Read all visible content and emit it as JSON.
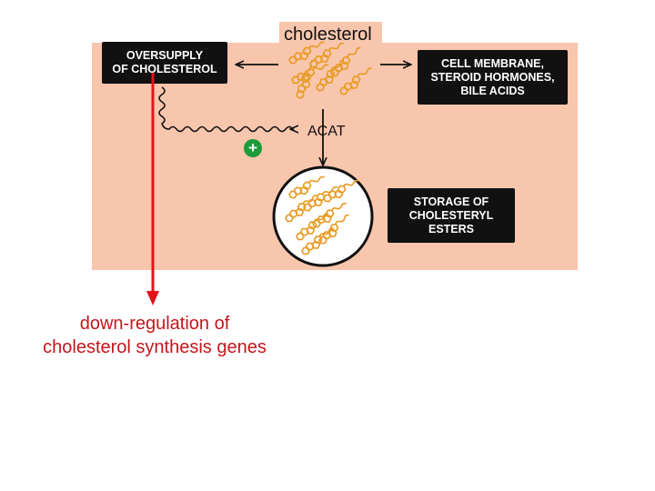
{
  "title": "cholesterol",
  "boxes": {
    "oversupply": [
      "OVERSUPPLY",
      "OF CHOLESTEROL"
    ],
    "membrane": [
      "CELL MEMBRANE,",
      "STEROID HORMONES,",
      "BILE ACIDS"
    ],
    "storage": [
      "STORAGE OF",
      "CHOLESTERYL",
      "ESTERS"
    ]
  },
  "enzyme_label": "ACAT",
  "activation_symbol": "+",
  "result_text": [
    "down-regulation of",
    "cholesterol synthesis genes"
  ],
  "colors": {
    "panel": "#f8c6ad",
    "box": "#111111",
    "activation": "#1f9a3a",
    "regulation_arrow": "#e2141b",
    "molecule": "#f0a830"
  },
  "icons": {
    "molecules": "cholesterol-molecule-cluster",
    "droplet": "lipid-droplet-icon"
  }
}
